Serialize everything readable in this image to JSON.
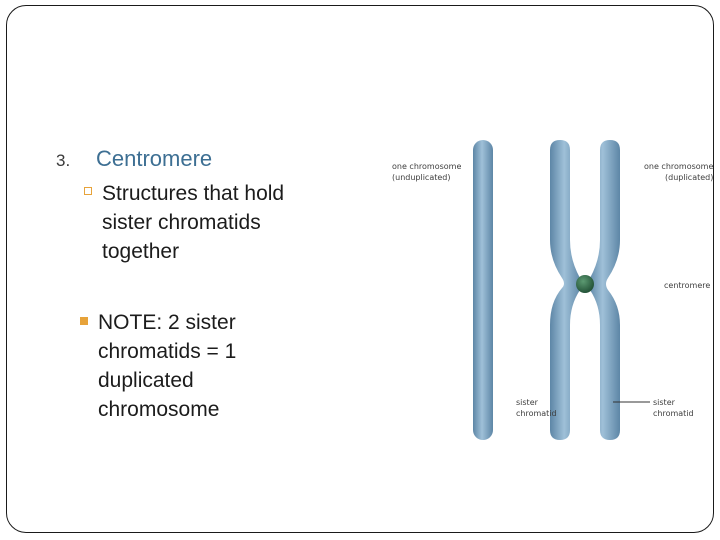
{
  "slide": {
    "heading_number": "3.",
    "heading": "Centromere",
    "sub_bullet": "Structures that hold sister chromatids together",
    "note": "NOTE: 2 sister chromatids = 1 duplicated chromosome"
  },
  "figure": {
    "label_one_unduplicated_1": "one chromosome",
    "label_one_unduplicated_2": "(unduplicated)",
    "label_one_duplicated_1": "one chromosome",
    "label_one_duplicated_2": "(duplicated)",
    "label_centromere": "centromere",
    "label_sister_left_1": "sister",
    "label_sister_left_2": "chromatid",
    "label_sister_right_1": "sister",
    "label_sister_right_2": "chromatid",
    "chromosome_color": "#7fa6c4",
    "centromere_color": "#2f6b4a",
    "bullet_color": "#e7a33a",
    "heading_color": "#3d6f93"
  }
}
